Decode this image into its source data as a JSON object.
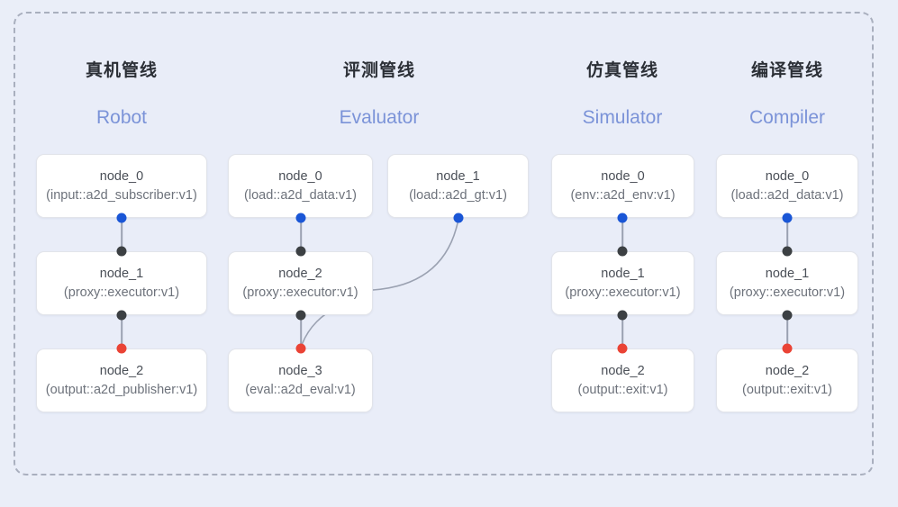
{
  "diagram": {
    "frame_style": "dashed-rounded",
    "background_color": "#eaeef8",
    "panel_color": "#e9edf8",
    "border_color": "#a9afbe",
    "port_colors": {
      "input": "#1a56d6",
      "through": "#3c4043",
      "output": "#ea4335"
    },
    "edge_color": "#9aa1b1"
  },
  "columns": [
    {
      "cn_title": "真机管线",
      "en_title": "Robot",
      "nodes": [
        {
          "name": "node_0",
          "type": "(input::a2d_subscriber:v1)"
        },
        {
          "name": "node_1",
          "type": "(proxy::executor:v1)"
        },
        {
          "name": "node_2",
          "type": "(output::a2d_publisher:v1)"
        }
      ]
    },
    {
      "cn_title": "评测管线",
      "en_title": "Evaluator",
      "nodes": [
        {
          "name": "node_0",
          "type": "(load::a2d_data:v1)"
        },
        {
          "name": "node_1",
          "type": "(load::a2d_gt:v1)"
        },
        {
          "name": "node_2",
          "type": "(proxy::executor:v1)"
        },
        {
          "name": "node_3",
          "type": "(eval::a2d_eval:v1)"
        }
      ]
    },
    {
      "cn_title": "仿真管线",
      "en_title": "Simulator",
      "nodes": [
        {
          "name": "node_0",
          "type": "(env::a2d_env:v1)"
        },
        {
          "name": "node_1",
          "type": "(proxy::executor:v1)"
        },
        {
          "name": "node_2",
          "type": "(output::exit:v1)"
        }
      ]
    },
    {
      "cn_title": "编译管线",
      "en_title": "Compiler",
      "nodes": [
        {
          "name": "node_0",
          "type": "(load::a2d_data:v1)"
        },
        {
          "name": "node_1",
          "type": "(proxy::executor:v1)"
        },
        {
          "name": "node_2",
          "type": "(output::exit:v1)"
        }
      ]
    }
  ]
}
